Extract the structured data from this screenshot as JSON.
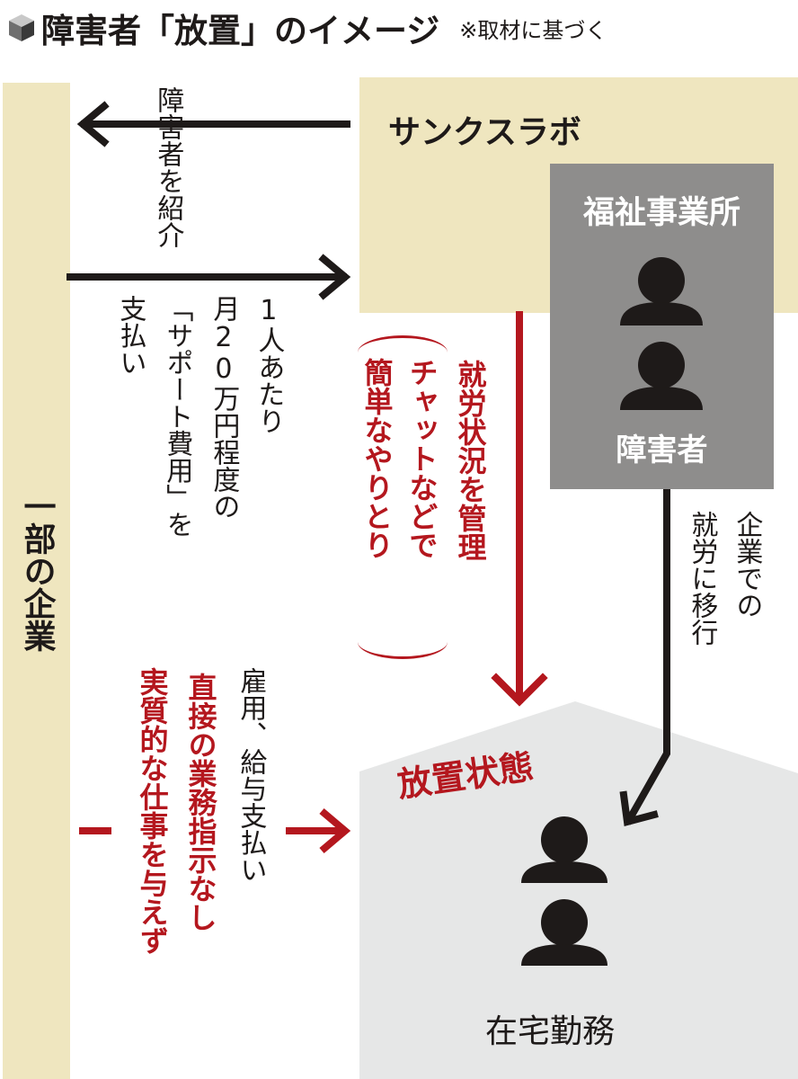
{
  "header": {
    "title": "障害者「放置」のイメージ",
    "note": "※取材に基づく"
  },
  "nodes": {
    "company": "一部の企業",
    "sanku": "サンクスラボ",
    "fukushi": "福祉事業所",
    "fukushi_persons": "障害者",
    "houchi": "放置状態",
    "zaitaku": "在宅勤務"
  },
  "flows": {
    "introduce": "障害者を紹介",
    "support_fee_line1": "1人あたり",
    "support_fee_line2": "月20万円程度の",
    "support_fee_line3": "「サポート費用」を",
    "support_fee_line4": "支払い",
    "manage_line1": "就労状況を管理",
    "manage_line2": "チャットなどで",
    "manage_line3": "簡単なやりとり",
    "transition_line1": "企業での",
    "transition_line2": "就労に移行",
    "employ_line1": "雇用、給与支払い",
    "employ_line2": "直接の業務指示なし",
    "employ_line3": "実質的な仕事を与えず"
  },
  "colors": {
    "accent_red": "#b4171e",
    "beige": "#efe6bf",
    "gray_box": "#8e8d8c",
    "house_gray": "#e6e7e7",
    "ink": "#1e1a19"
  },
  "icons": [
    "cube-icon",
    "person-icon"
  ]
}
